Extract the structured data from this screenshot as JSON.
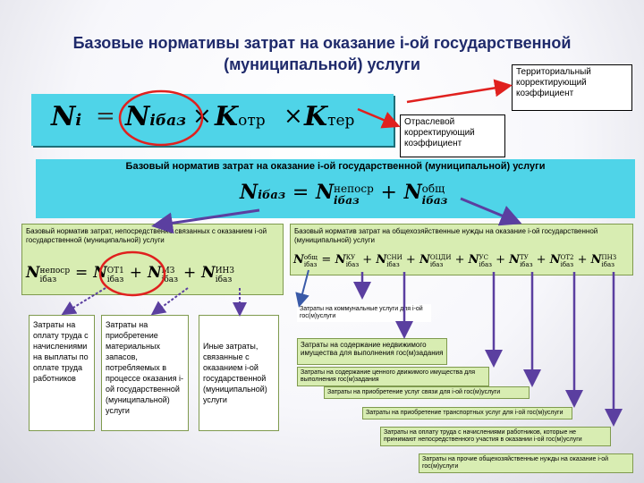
{
  "title": {
    "line1": "Базовые нормативы затрат на оказание i-ой государственной",
    "line2": "(муниципальной) услуги"
  },
  "formula_main": {
    "lhs": "N",
    "lhs_sub": "i",
    "eq": "=",
    "n": "N",
    "n_sub": "iбаз",
    "times1": "×",
    "k1": "K",
    "k1_sub": "отр",
    "times2": "×",
    "k2": "K",
    "k2_sub": "тер"
  },
  "notes": {
    "territorial": "Территориальный корректирующий коэффициент",
    "sectoral": "Отраслевой корректирующий коэффициент"
  },
  "base_block": {
    "heading": "Базовый норматив затрат на оказание i-ой государственной (муниципальной) услуги",
    "n": "N",
    "n_sub": "iбаз",
    "eq": "=",
    "t1": "N",
    "t1_sup": "непоср",
    "t1_sub": "iбаз",
    "plus": "+",
    "t2": "N",
    "t2_sup": "общ",
    "t2_sub": "iбаз"
  },
  "direct_block": {
    "heading": "Базовый норматив затрат, непосредственно связанных с оказанием i-ой государственной (муниципальной) услуги",
    "lhs": "N",
    "lhs_sup": "непоср",
    "lhs_sub": "iбаз",
    "eq": "=",
    "a": "N",
    "a_sup": "ОТ1",
    "a_sub": "iбаз",
    "plus1": "+",
    "b": "N",
    "b_sup": "МЗ",
    "b_sub": "iбаз",
    "plus2": "+",
    "c": "N",
    "c_sup": "ИНЗ",
    "c_sub": "iбаз"
  },
  "general_block": {
    "heading": "Базовый норматив затрат на общехозяйственные нужды на оказание i-ой государственной (муниципальной) услуги",
    "lhs": "N",
    "lhs_sup": "общ",
    "lhs_sub": "iбаз",
    "eq": "=",
    "terms": [
      {
        "sup": "КУ",
        "sub": "iбаз"
      },
      {
        "sup": "СНИ",
        "sub": "iбаз"
      },
      {
        "sup": "ОЦДИ",
        "sub": "iбаз"
      },
      {
        "sup": "УС",
        "sub": "iбаз"
      },
      {
        "sup": "ТУ",
        "sub": "iбаз"
      },
      {
        "sup": "ОТ2",
        "sub": "iбаз"
      },
      {
        "sup": "ПНЗ",
        "sub": "iбаз"
      }
    ],
    "plus": "+"
  },
  "columns": [
    "Затраты на оплату труда с начислениями на выплаты по оплате труда работников",
    "Затраты на приобретение материальных запасов, потребляемых в процессе оказания i-ой государственной (муниципальной) услуги",
    "Иные затраты, связанные с оказанием i-ой государственной (муниципальной) услуги"
  ],
  "cost_labels": [
    "Затраты на коммунальные услуги для i-ой гос(м)услуги",
    "Затраты на содержание недвижимого имущества для выполнения гос(м)задания",
    "Затраты на содержание ценного движимого имущества для выполнения гос(м)задания",
    "Затраты на приобретение услуг связи для i-ой гос(м)услуги",
    "Затраты на приобретение транспортных услуг для i-ой гос(м)услуги",
    "Затраты на оплату труда с начислениями работников, которые не принимают непосредственного участия в оказании i-ой гос(м)услуги",
    "Затраты на прочие общехозяйственные нужды на оказание i-ой гос(м)услуги"
  ],
  "colors": {
    "title": "#1f2a6b",
    "formula_bg": "#4fd4e8",
    "block_green": "#d8edb2",
    "arrow": "#5b3fa0",
    "highlight": "#e0201e",
    "blue_arrow": "#3a5aa8"
  }
}
